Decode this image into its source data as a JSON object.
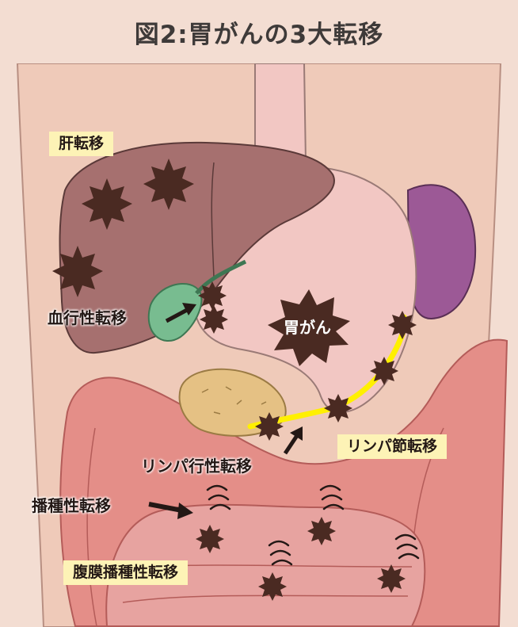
{
  "title": "図2:胃がんの3大転移",
  "labels": {
    "liver": "肝転移",
    "hematogenous": "血行性転移",
    "stomach_cancer": "胃がん",
    "lymph_node": "リンパ節転移",
    "lymphatic": "リンパ行性転移",
    "dissemination": "播種性転移",
    "peritoneal": "腹膜播種性転移"
  },
  "colors": {
    "background": "#f3ddd2",
    "skin": "#efcab9",
    "liver": "#a6706f",
    "stomach": "#f2c7c3",
    "spleen": "#9c5996",
    "gallbladder": "#78bc90",
    "pancreas": "#e5c184",
    "intestine": "#e48e88",
    "tumor": "#4a2a22",
    "lymph_path": "#fff000",
    "label_box": "#fdf3b6"
  }
}
